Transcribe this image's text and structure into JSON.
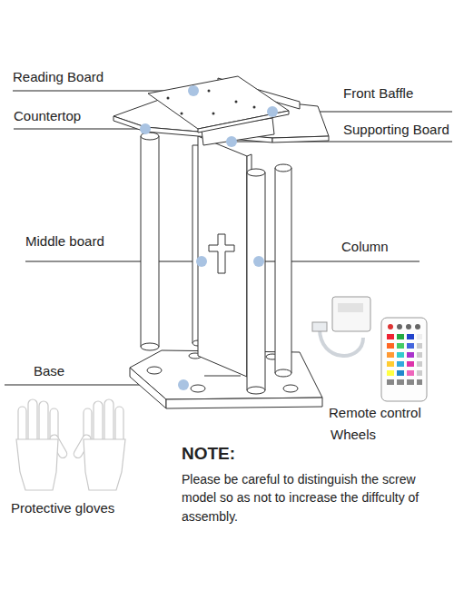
{
  "diagram": {
    "labels": [
      "Reading Board",
      "Front Baffle",
      "Countertop",
      "Supporting Board",
      "Middle board",
      "Column",
      "Base",
      "Remote control",
      "Wheels",
      "NOTE:",
      "Please be careful to distinguish the screw model so as not to increase the diffculty of assembly.",
      "Protective gloves"
    ]
  }
}
